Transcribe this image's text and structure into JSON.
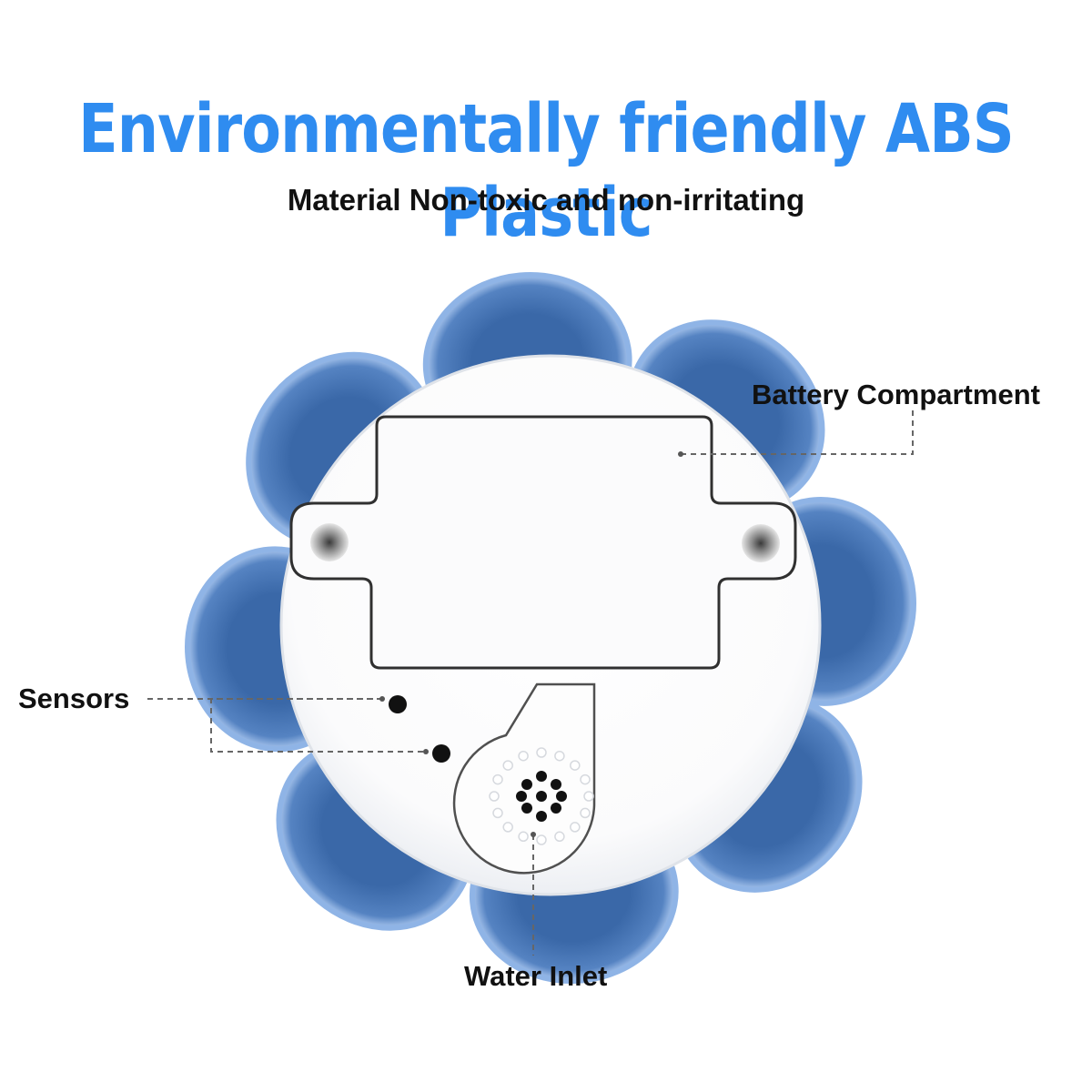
{
  "headline": {
    "text": "Environmentally friendly ABS Plastic",
    "color": "#2f8cf0"
  },
  "subheadline": {
    "text": "Material Non-toxic and non-irritating"
  },
  "callouts": {
    "battery": "Battery Compartment",
    "sensors": "Sensors",
    "water_inlet": "Water Inlet"
  },
  "product": {
    "petal_color": "#3f6fae",
    "petal_edge_color": "#8fb4e6",
    "body_color": "#ffffff",
    "icons": [
      "battery-compartment-cover",
      "screw-hole-icon",
      "sensor-probe-icon",
      "water-inlet-grille"
    ]
  }
}
